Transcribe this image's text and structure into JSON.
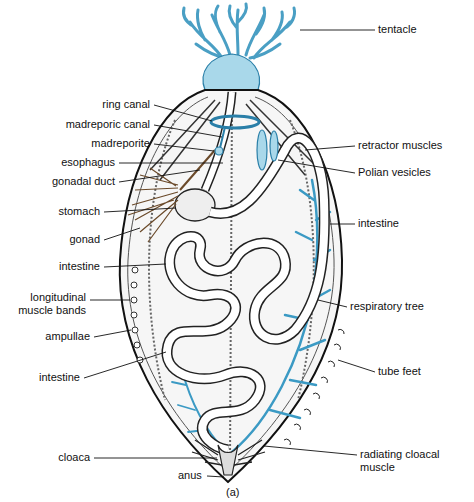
{
  "diagram": {
    "labels": [
      "tentacle",
      "ring canal",
      "madreporic canal",
      "madreporite",
      "retractor muscles",
      "esophagus",
      "Polian vesicles",
      "gonadal duct",
      "stomach",
      "intestine",
      "gonad",
      "intestine",
      "respiratory tree",
      "longitudinal muscle bands",
      "ampullae",
      "intestine",
      "tube feet",
      "cloaca",
      "radiating cloacal muscle",
      "anus",
      "(a)"
    ]
  }
}
